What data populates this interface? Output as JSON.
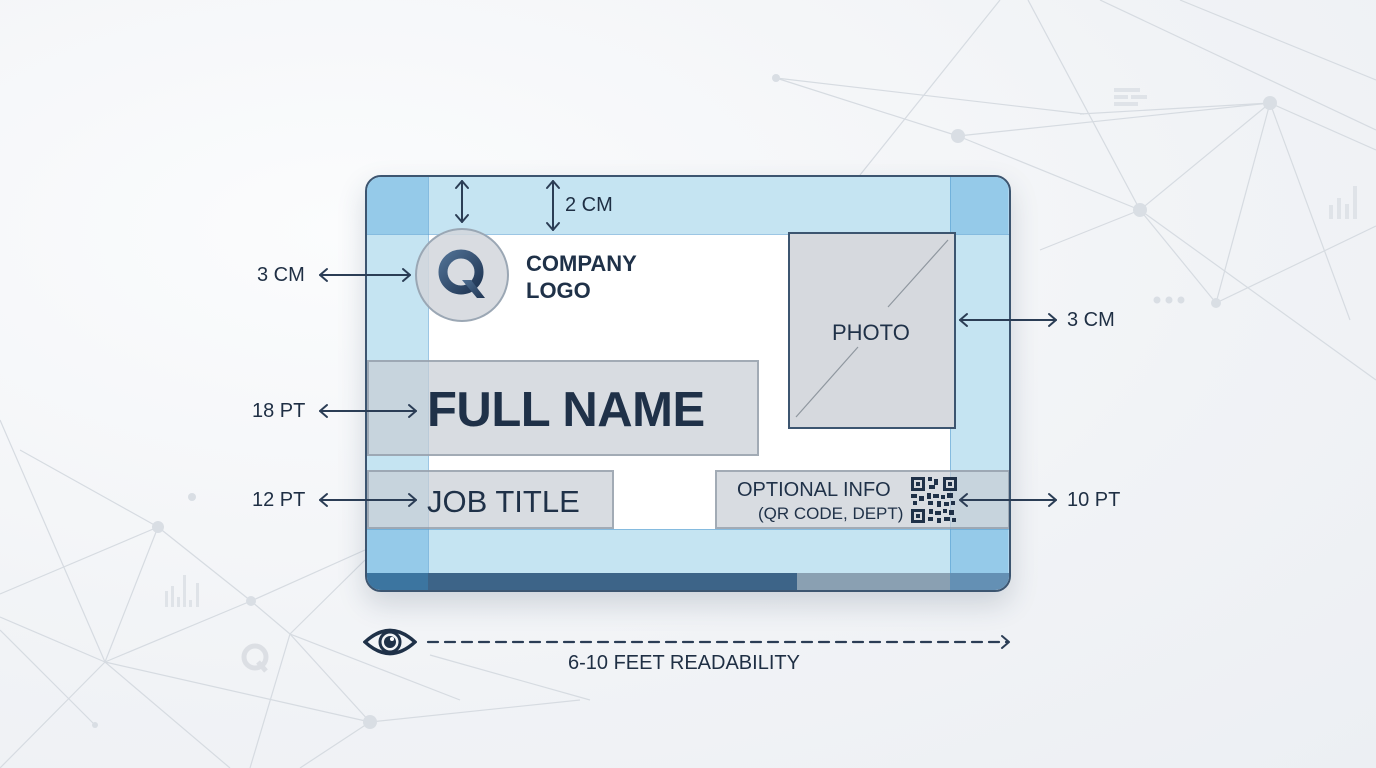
{
  "card": {
    "logo_glyph": "Q",
    "company_line1": "COMPANY",
    "company_line2": "LOGO",
    "photo_label": "PHOTO",
    "full_name": "FULL NAME",
    "job_title": "JOB TITLE",
    "optional_line1": "OPTIONAL INFO",
    "optional_line2": "(QR CODE, DEPT)"
  },
  "annotations": {
    "top_margin": "2 CM",
    "logo_margin": "3 CM",
    "photo_margin": "3 CM",
    "name_size": "18 PT",
    "title_size": "12 PT",
    "optional_size": "10 PT",
    "readability": "6-10 FEET READABILITY"
  },
  "colors": {
    "ink": "#1f3148",
    "band": "#bfe0f0",
    "corner": "#9fcdea",
    "footer_dark": "#3d6488",
    "footer_light": "#8aa0b2",
    "box_fill": "#d6d9de"
  }
}
